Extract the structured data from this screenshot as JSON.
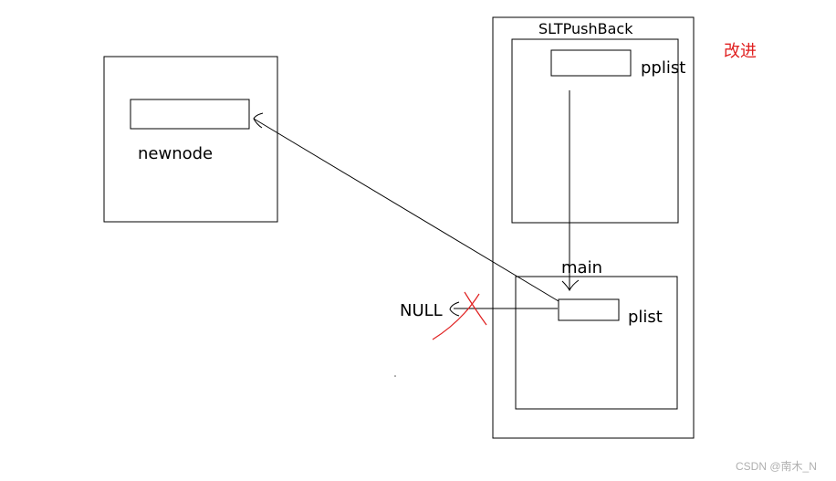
{
  "labels": {
    "sltpushback": "SLTPushBack",
    "pplist": "pplist",
    "main": "main",
    "plist": "plist",
    "newnode": "newnode",
    "null": "NULL",
    "improve": "改进"
  },
  "watermark": "CSDN @南木_N",
  "colors": {
    "stroke": "#000000",
    "annotation": "#e02020",
    "watermark": "#b0b0b0"
  }
}
